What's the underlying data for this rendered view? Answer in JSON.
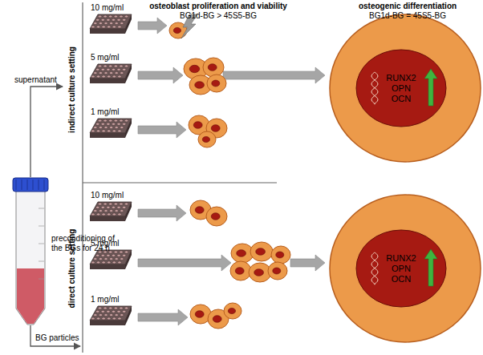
{
  "diagram": {
    "nodes": [
      {
        "text": [
          "RUNX2 OPN OCN"
        ]
      },
      {
        "text": [
          "RUNX2 OPN OCN"
        ]
      }
    ],
    "labels": [
      "osteoblast proliferation and viability",
      "BG1d-BG > 45S5-BG",
      "osteogenic differentiation",
      "BG1d-BG = 45S5-BG",
      "indirect culture setting",
      "direct culture setting",
      "supernatant",
      "preconditioning of the BGs for 24 h",
      "BG particles",
      "10 mg/ml",
      "5 mg/ml",
      "1 mg/ml",
      "10 mg/ml",
      "5 mg/ml",
      "1 mg/ml"
    ]
  }
}
